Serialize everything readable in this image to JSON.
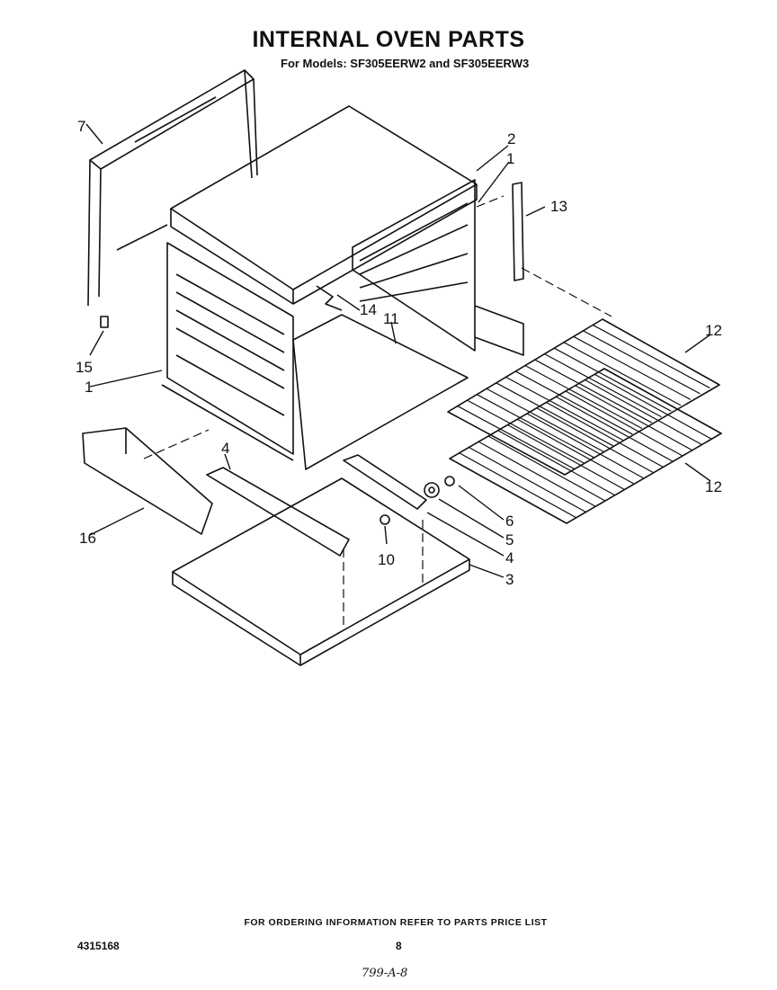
{
  "header": {
    "title": "INTERNAL OVEN PARTS",
    "subtitle": "For Models: SF305EERW2 and SF305EERW3"
  },
  "callouts": {
    "c1a": "1",
    "c1b": "1",
    "c2": "2",
    "c3": "3",
    "c4a": "4",
    "c4b": "4",
    "c5": "5",
    "c6": "6",
    "c7": "7",
    "c10": "10",
    "c11": "11",
    "c12a": "12",
    "c12b": "12",
    "c13": "13",
    "c14": "14",
    "c15": "15",
    "c16": "16"
  },
  "footer": {
    "note": "FOR ORDERING INFORMATION REFER TO PARTS PRICE LIST",
    "doc_number": "4315168",
    "page_number": "8",
    "handwritten": "799-A-8"
  }
}
